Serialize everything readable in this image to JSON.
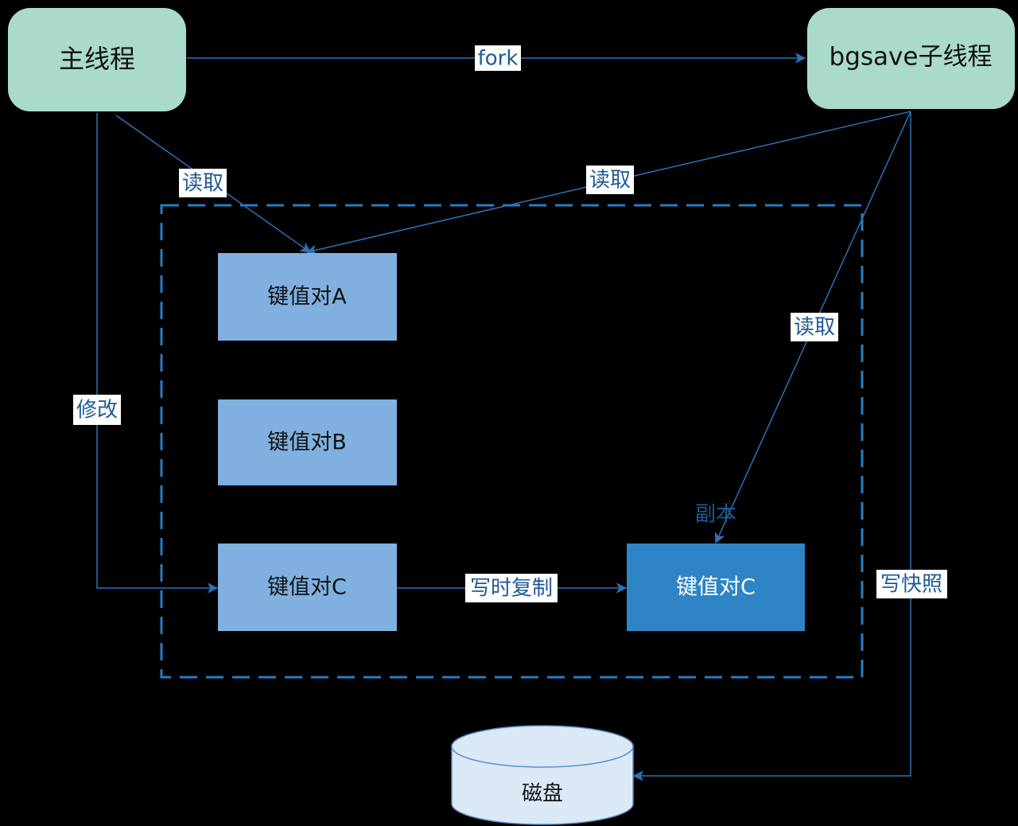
{
  "nodes": {
    "main_thread": "主线程",
    "bgsave_thread": "bgsave子线程",
    "kv_a": "键值对A",
    "kv_b": "键值对B",
    "kv_c": "键值对C",
    "kv_c_copy": "键值对C",
    "disk": "磁盘"
  },
  "edges": {
    "fork": "fork",
    "main_read": "读取",
    "bg_read_a": "读取",
    "bg_read_copy": "读取",
    "modify": "修改",
    "copy_on_write": "写时复制",
    "write_snapshot": "写快照",
    "copy_label": "副本"
  },
  "colors": {
    "background": "#000000",
    "thread_fill": "#a9dacb",
    "kv_fill": "#7fb0e0",
    "kv_copy_fill": "#2e84c5",
    "edge": "#2b72b6",
    "dashed_border": "#2b7cc1",
    "disk_fill": "#dbe9f7",
    "disk_stroke": "#5a8fc8",
    "label_text": "#1f5a96"
  }
}
